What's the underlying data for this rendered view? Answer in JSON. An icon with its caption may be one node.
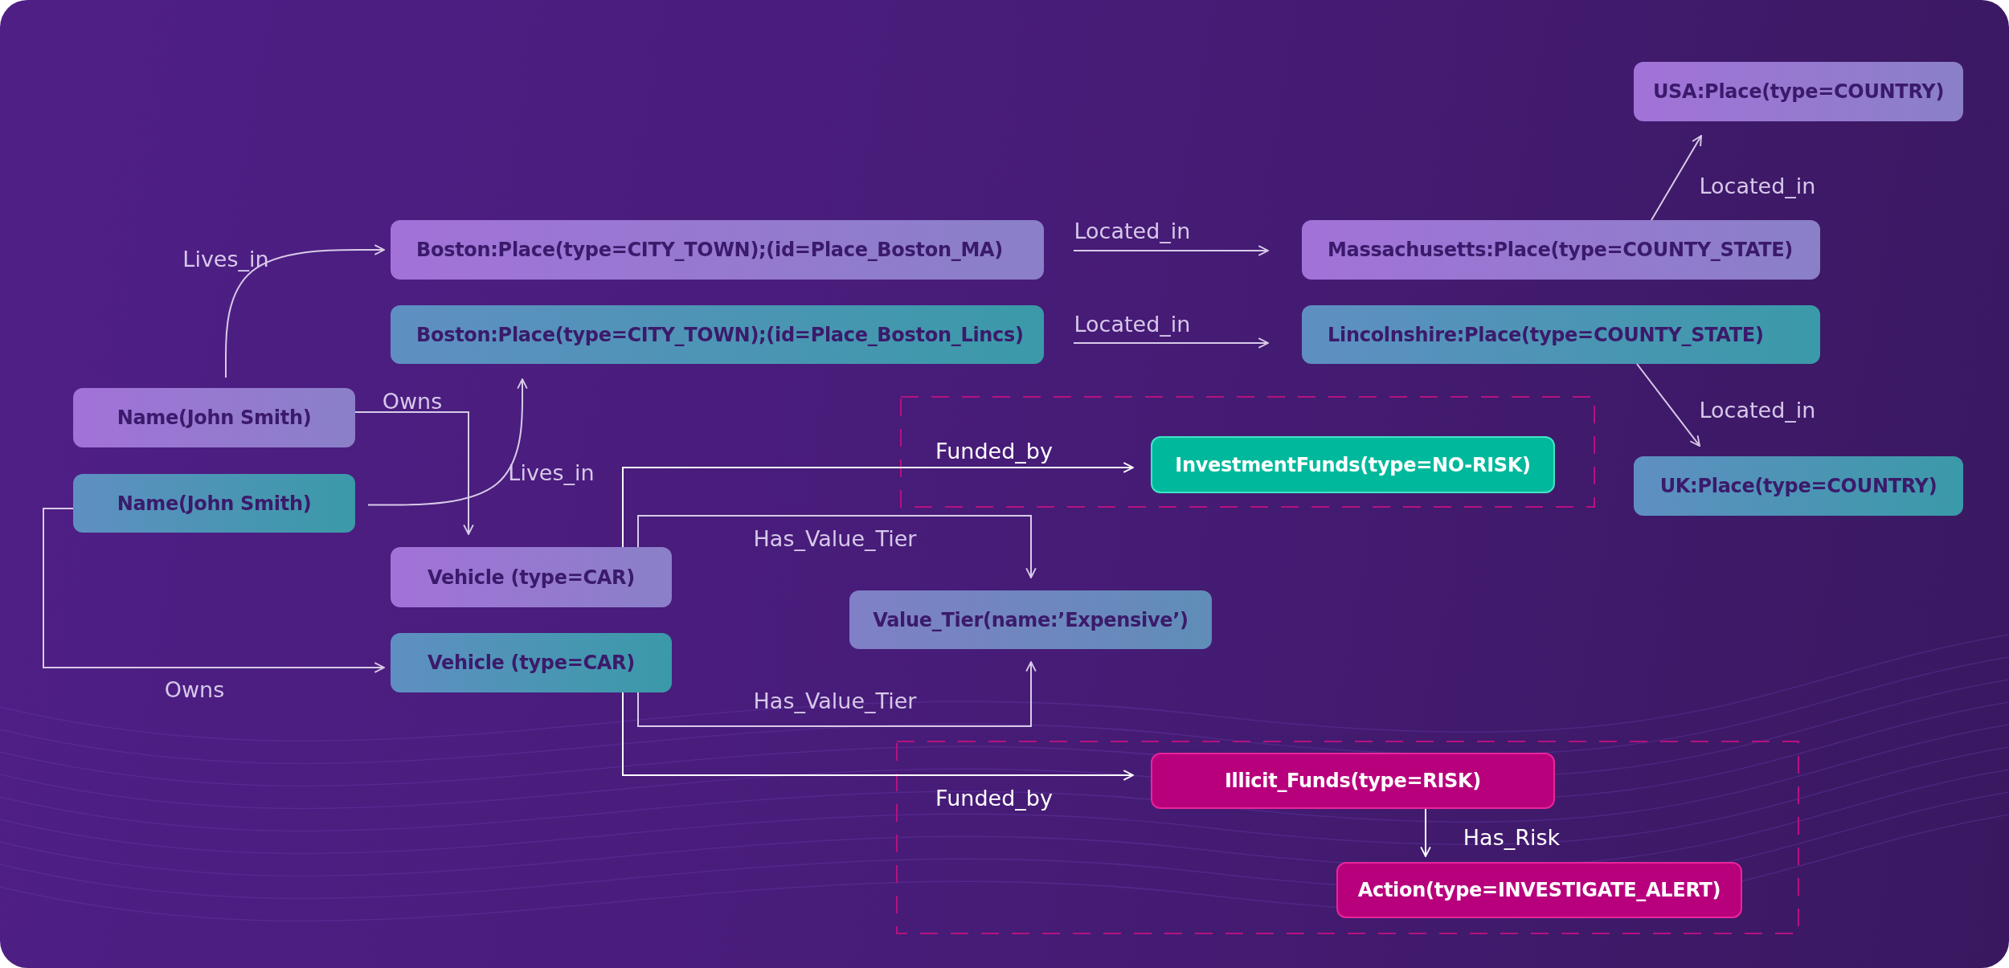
{
  "diagram": {
    "nodes": [
      {
        "text": [
          "USA:Place(type=COUNTRY)"
        ]
      },
      {
        "text": [
          "Boston:Place(type=CITY_TOWN);(id=Place_Boston_MA)"
        ]
      },
      {
        "text": [
          "Massachusetts:Place(type=COUNTY_STATE)"
        ]
      },
      {
        "text": [
          "Boston:Place(type=CITY_TOWN);(id=Place_Boston_Lincs)"
        ]
      },
      {
        "text": [
          "Lincolnshire:Place(type=COUNTY_STATE)"
        ]
      },
      {
        "text": [
          "Name(John Smith)"
        ]
      },
      {
        "text": [
          "Name(John Smith)"
        ]
      },
      {
        "text": [
          "InvestmentFunds(type=NO-RISK)"
        ]
      },
      {
        "text": [
          "UK:Place(type=COUNTRY)"
        ]
      },
      {
        "text": [
          "Vehicle (type=CAR)"
        ]
      },
      {
        "text": [
          "Value_Tier(name:’Expensive’)"
        ]
      },
      {
        "text": [
          "Vehicle (type=CAR)"
        ]
      },
      {
        "text": [
          "Illicit_Funds(type=RISK)"
        ]
      },
      {
        "text": [
          "Action(type=INVESTIGATE_ALERT)"
        ]
      }
    ],
    "edges": [
      {
        "from": 5,
        "to": 1,
        "arrow": "to",
        "label": "Lives_in"
      },
      {
        "from": 6,
        "to": 3,
        "arrow": "to",
        "label": "Lives_in"
      },
      {
        "from": 5,
        "to": 9,
        "arrow": "to",
        "label": "Owns"
      },
      {
        "from": 6,
        "to": 11,
        "arrow": "to",
        "label": "Owns"
      },
      {
        "from": 1,
        "to": 2,
        "arrow": "to",
        "label": "Located_in"
      },
      {
        "from": 3,
        "to": 4,
        "arrow": "to",
        "label": "Located_in"
      },
      {
        "from": 2,
        "to": 0,
        "arrow": "to",
        "label": "Located_in"
      },
      {
        "from": 4,
        "to": 8,
        "arrow": "to",
        "label": "Located_in"
      },
      {
        "from": 9,
        "to": 7,
        "arrow": "to",
        "label": "Funded_by",
        "color": "#ffffff"
      },
      {
        "from": 9,
        "to": 10,
        "arrow": "to",
        "label": "Has_Value_Tier"
      },
      {
        "from": 11,
        "to": 10,
        "arrow": "to",
        "label": "Has_Value_Tier"
      },
      {
        "from": 11,
        "to": 12,
        "arrow": "to",
        "label": "Funded_by",
        "color": "#ffffff"
      },
      {
        "from": 12,
        "to": 13,
        "arrow": "to",
        "label": "Has_Risk",
        "color": "#ffffff"
      }
    ]
  }
}
